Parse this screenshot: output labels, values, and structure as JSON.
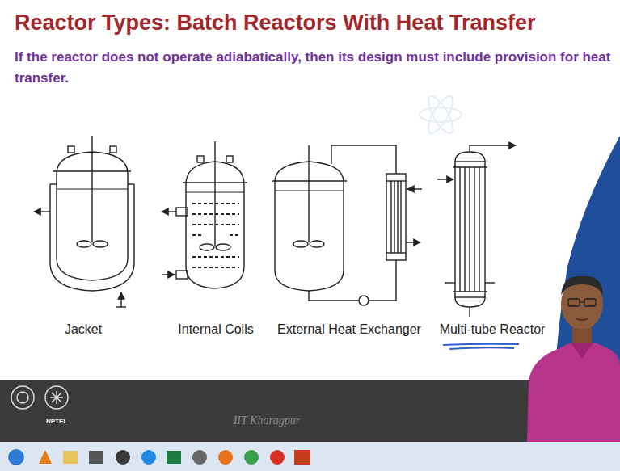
{
  "diagram": {
    "title": "Reactor Types: Batch Reactors With Heat Transfer",
    "labels": [
      "If the reactor does not operate adiabatically, then its design must include provision for heat transfer.",
      "Jacket",
      "Internal Coils",
      "External Heat Exchanger",
      "Multi-tube Reactor",
      "NPTEL",
      "IIT Kharagpur"
    ]
  }
}
